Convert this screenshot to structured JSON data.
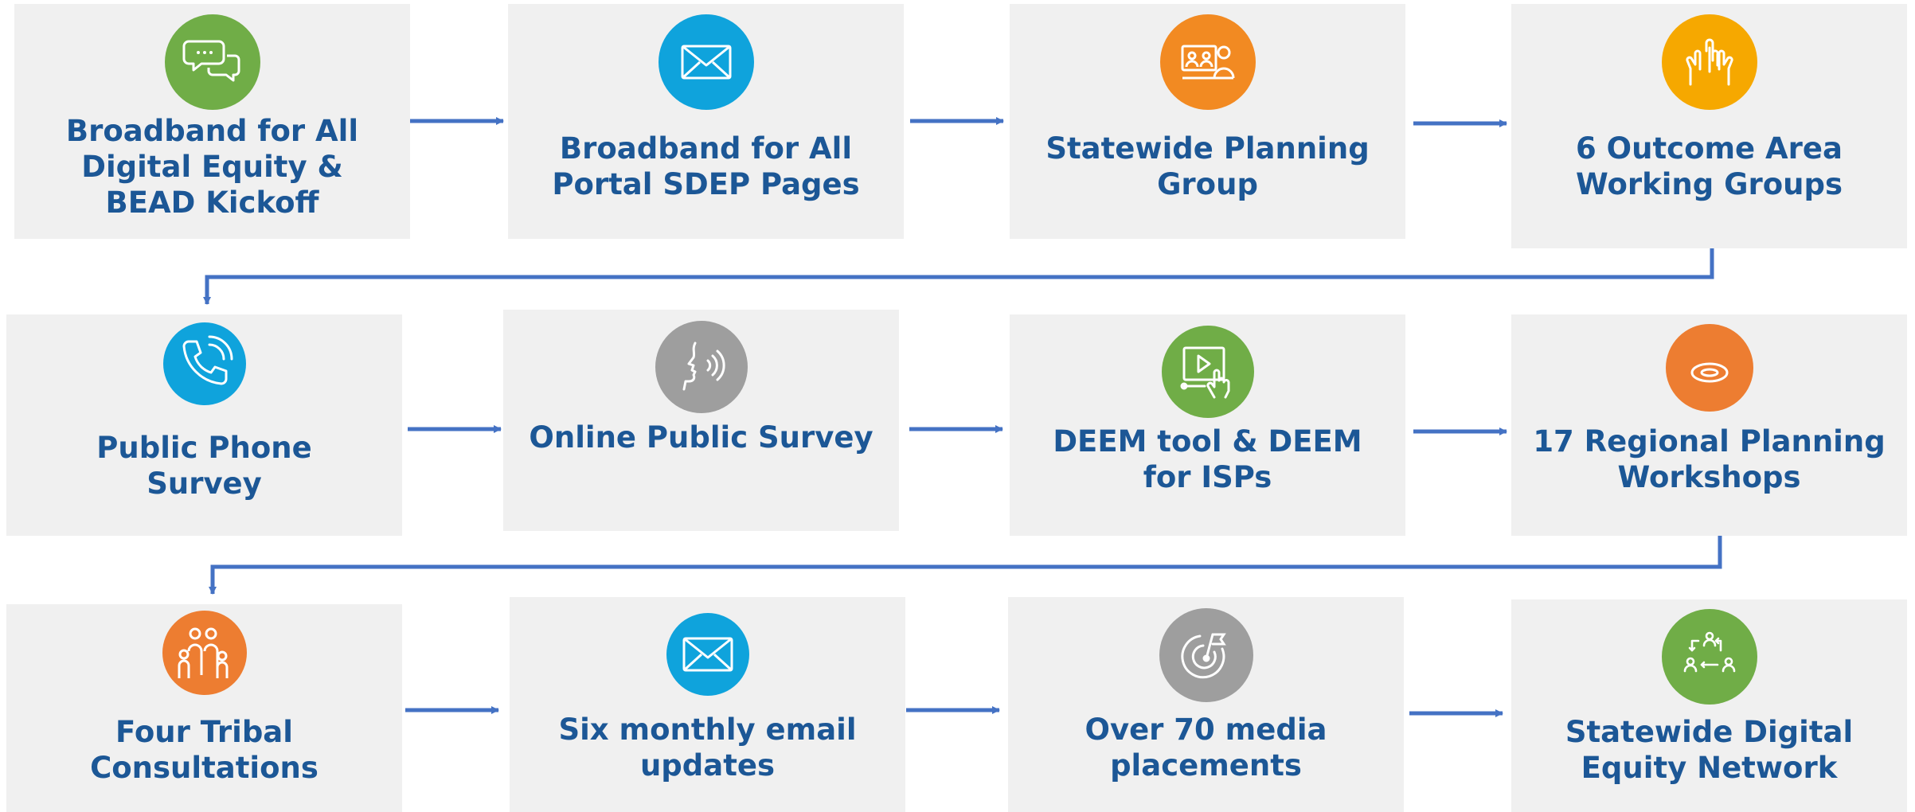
{
  "colors": {
    "title_text": "#1c5796",
    "arrow": "#4472c4",
    "box_fill": "#f0f0f0",
    "green": "#70ad47",
    "blue": "#0fa3dc",
    "orange": "#f28a22",
    "gold": "#f6a800",
    "grey": "#9e9e9e",
    "burnt_orange": "#ed7d31"
  },
  "steps": [
    {
      "lines": [
        "Broadband for All",
        "Digital Equity &",
        "BEAD Kickoff"
      ],
      "icon": "chat-bubbles-icon",
      "icon_color": "#70ad47"
    },
    {
      "lines": [
        "Broadband for All",
        "Portal SDEP Pages"
      ],
      "icon": "envelope-icon",
      "icon_color": "#0fa3dc"
    },
    {
      "lines": [
        "Statewide Planning",
        "Group"
      ],
      "icon": "video-meeting-icon",
      "icon_color": "#f28a22"
    },
    {
      "lines": [
        "6 Outcome Area",
        "Working Groups"
      ],
      "icon": "raised-hands-icon",
      "icon_color": "#f6a800"
    },
    {
      "lines": [
        "Public Phone",
        "Survey"
      ],
      "icon": "phone-icon",
      "icon_color": "#0fa3dc"
    },
    {
      "lines": [
        "Online Public Survey"
      ],
      "icon": "speaking-face-icon",
      "icon_color": "#9e9e9e"
    },
    {
      "lines": [
        "DEEM tool & DEEM",
        "for ISPs"
      ],
      "icon": "touch-screen-icon",
      "icon_color": "#70ad47"
    },
    {
      "lines": [
        "17 Regional Planning",
        "Workshops"
      ],
      "icon": "round-table-icon",
      "icon_color": "#ed7d31"
    },
    {
      "lines": [
        "Four Tribal",
        "Consultations"
      ],
      "icon": "family-icon",
      "icon_color": "#ed7d31"
    },
    {
      "lines": [
        "Six monthly email",
        "updates"
      ],
      "icon": "envelope-icon",
      "icon_color": "#0fa3dc"
    },
    {
      "lines": [
        "Over 70 media",
        "placements"
      ],
      "icon": "target-flag-icon",
      "icon_color": "#9e9e9e"
    },
    {
      "lines": [
        "Statewide Digital",
        "Equity Network"
      ],
      "icon": "network-people-icon",
      "icon_color": "#70ad47"
    }
  ]
}
